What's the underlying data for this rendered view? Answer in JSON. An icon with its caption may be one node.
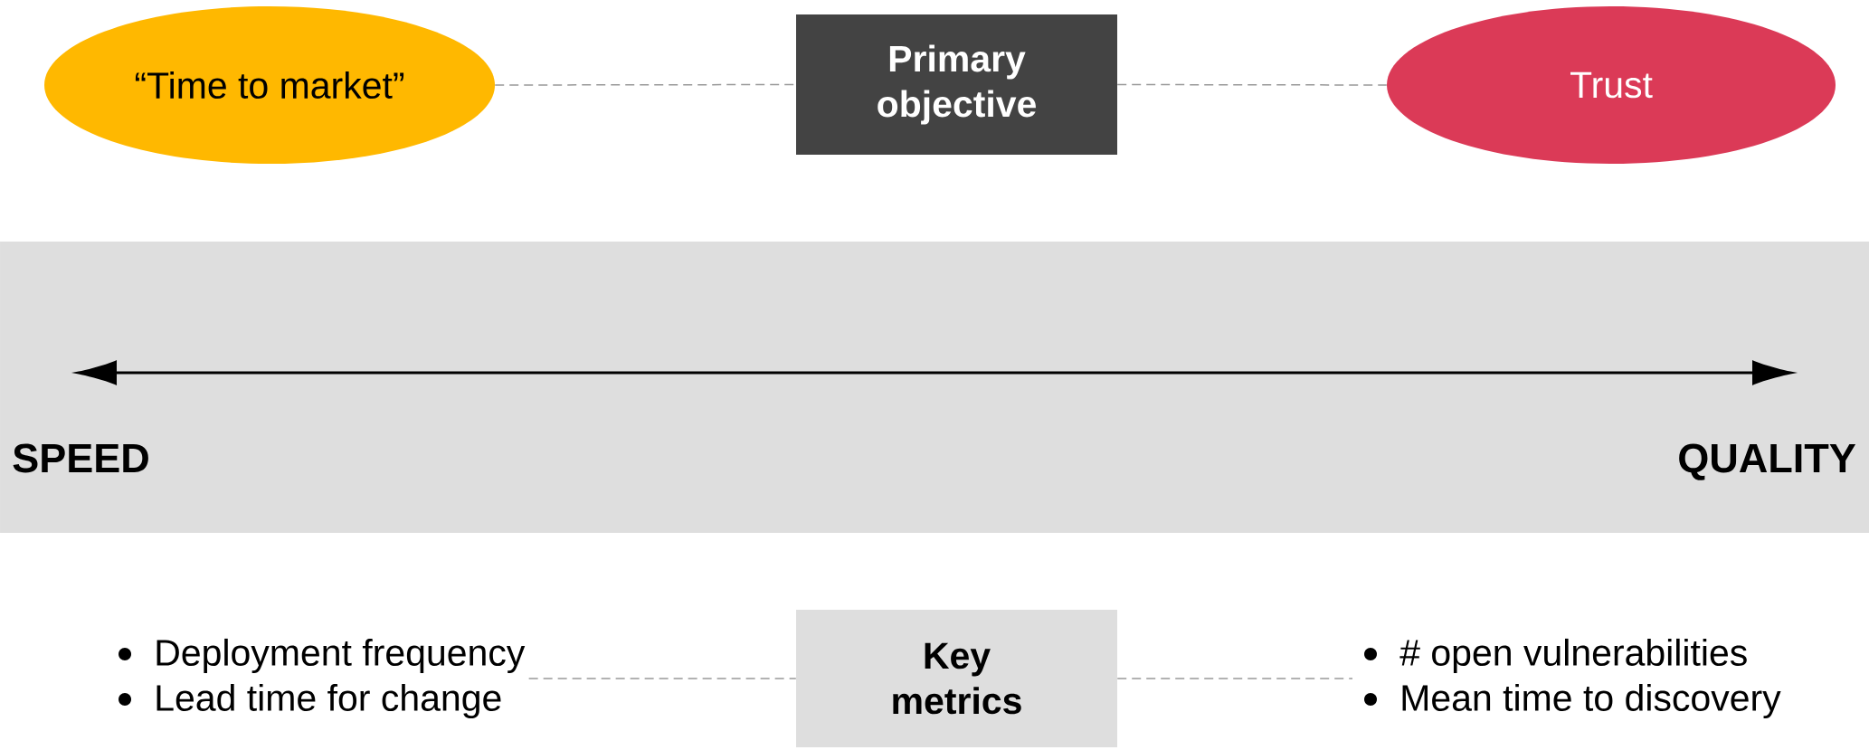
{
  "diagram": {
    "nodes": [
      {
        "text": [
          "“Time to market”"
        ]
      },
      {
        "text": [
          "Primary objective"
        ]
      },
      {
        "text": [
          "Trust"
        ]
      },
      {
        "text": [
          "SPEED",
          "QUALITY"
        ]
      },
      {
        "text": [
          "Deployment frequency",
          "Lead time for change"
        ]
      },
      {
        "text": [
          "Key metrics"
        ]
      },
      {
        "text": [
          "# open vulnerabilities",
          "Mean time to discovery"
        ]
      }
    ],
    "edges": [
      {
        "from": 0,
        "to": 1,
        "arrow": "none",
        "style": "dashed"
      },
      {
        "from": 1,
        "to": 2,
        "arrow": "none",
        "style": "dashed"
      },
      {
        "from": 4,
        "to": 5,
        "arrow": "none",
        "style": "dashed"
      },
      {
        "from": 5,
        "to": 6,
        "arrow": "none",
        "style": "dashed"
      }
    ]
  }
}
